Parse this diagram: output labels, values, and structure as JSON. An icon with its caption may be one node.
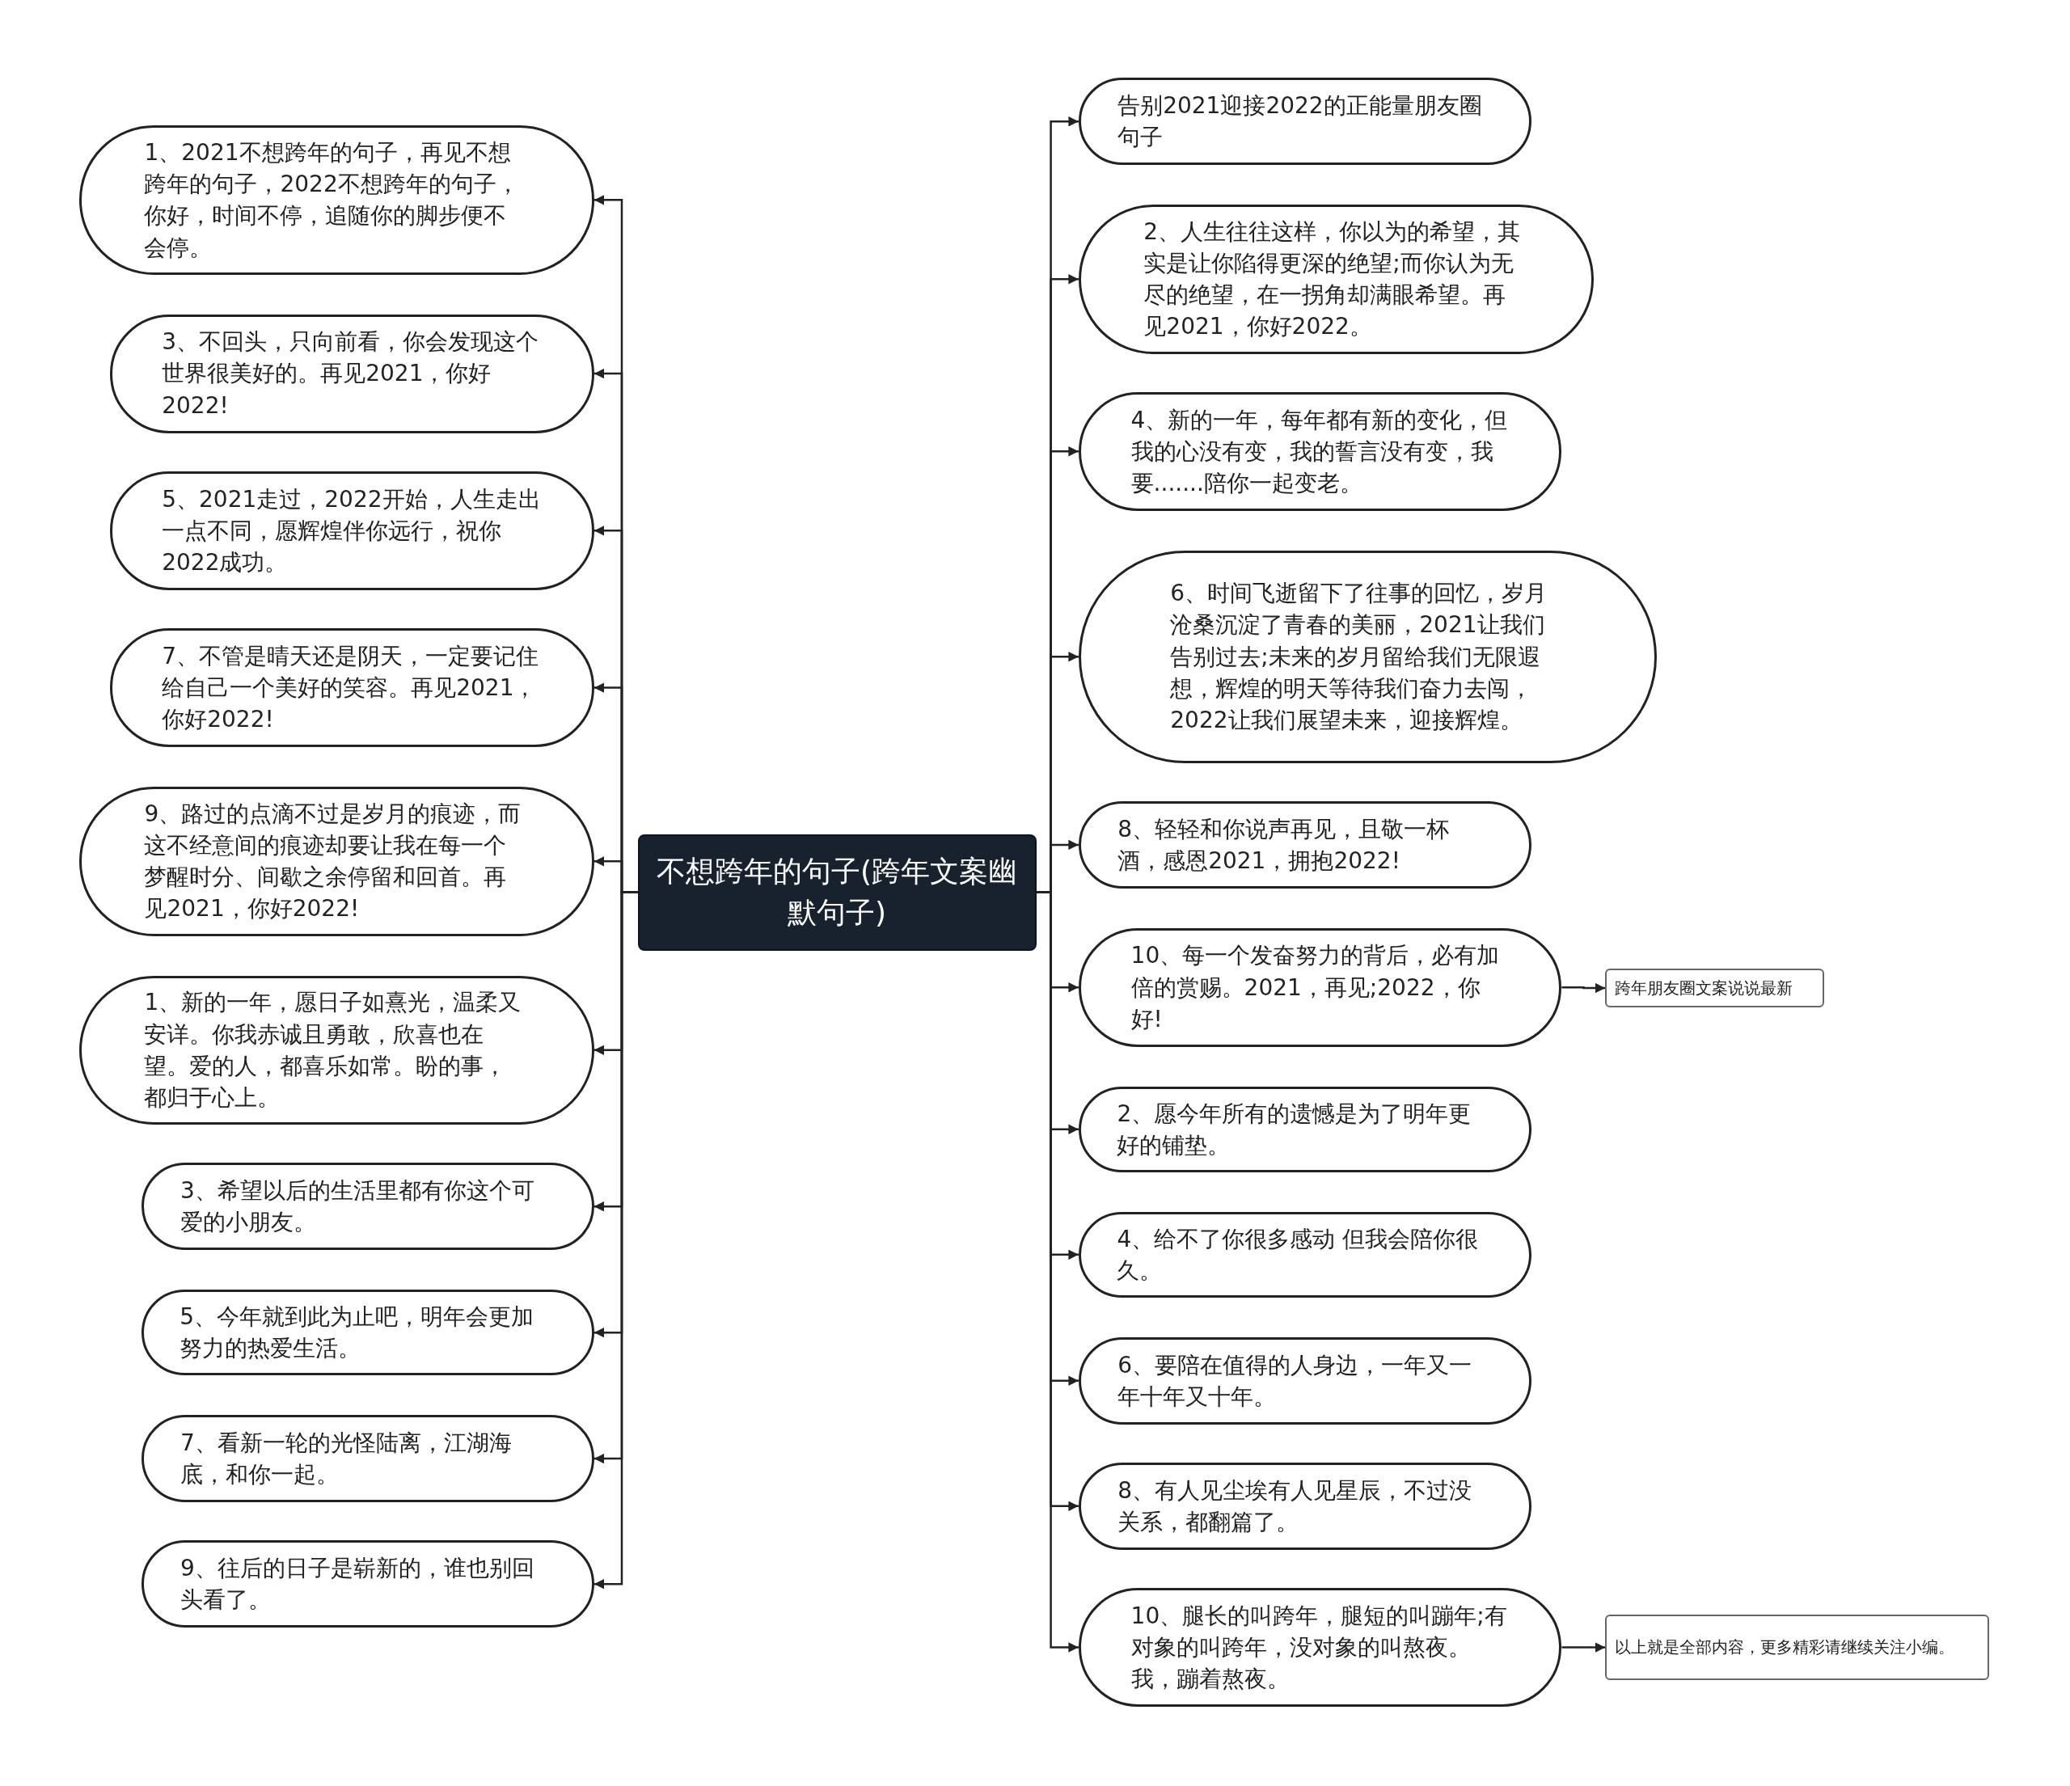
{
  "diagram": {
    "nodes": [
      {
        "text": [
          "不想跨年的句子(跨年文案幽默句子)"
        ]
      },
      {
        "text": [
          "1、2021不想跨年的句子，再见不想跨年的句子，2022不想跨年的句子，你好，时间不停，追随你的脚步便不会停。"
        ]
      },
      {
        "text": [
          "3、不回头，只向前看，你会发现这个世界很美好的。再见2021，你好2022!"
        ]
      },
      {
        "text": [
          "5、2021走过，2022开始，人生走出一点不同，愿辉煌伴你远行，祝你2022成功。"
        ]
      },
      {
        "text": [
          "7、不管是晴天还是阴天，一定要记住给自己一个美好的笑容。再见2021，你好2022!"
        ]
      },
      {
        "text": [
          "9、路过的点滴不过是岁月的痕迹，而这不经意间的痕迹却要让我在每一个梦醒时分、间歇之余停留和回首。再见2021，你好2022!"
        ]
      },
      {
        "text": [
          "1、新的一年，愿日子如熹光，温柔又安详。你我赤诚且勇敢，欣喜也在望。爱的人，都喜乐如常。盼的事，都归于心上。"
        ]
      },
      {
        "text": [
          "3、希望以后的生活里都有你这个可爱的小朋友。"
        ]
      },
      {
        "text": [
          "5、今年就到此为止吧，明年会更加努力的热爱生活。"
        ]
      },
      {
        "text": [
          "7、看新一轮的光怪陆离，江湖海底，和你一起。"
        ]
      },
      {
        "text": [
          "9、往后的日子是崭新的，谁也别回头看了。"
        ]
      },
      {
        "text": [
          "告别2021迎接2022的正能量朋友圈句子"
        ]
      },
      {
        "text": [
          "2、人生往往这样，你以为的希望，其实是让你陷得更深的绝望;而你认为无尽的绝望，在一拐角却满眼希望。再见2021，你好2022。"
        ]
      },
      {
        "text": [
          "4、新的一年，每年都有新的变化，但我的心没有变，我的誓言没有变，我要.......陪你一起变老。"
        ]
      },
      {
        "text": [
          "6、时间飞逝留下了往事的回忆，岁月沧桑沉淀了青春的美丽，2021让我们告别过去;未来的岁月留给我们无限遐想，辉煌的明天等待我们奋力去闯，2022让我们展望未来，迎接辉煌。"
        ]
      },
      {
        "text": [
          "8、轻轻和你说声再见，且敬一杯酒，感恩2021，拥抱2022!"
        ]
      },
      {
        "text": [
          "10、每一个发奋努力的背后，必有加倍的赏赐。2021，再见;2022，你好!"
        ]
      },
      {
        "text": [
          "跨年朋友圈文案说说最新"
        ]
      },
      {
        "text": [
          "2、愿今年所有的遗憾是为了明年更好的铺垫。"
        ]
      },
      {
        "text": [
          "4、给不了你很多感动 但我会陪你很久。"
        ]
      },
      {
        "text": [
          "6、要陪在值得的人身边，一年又一年十年又十年。"
        ]
      },
      {
        "text": [
          "8、有人见尘埃有人见星辰，不过没关系，都翻篇了。"
        ]
      },
      {
        "text": [
          "10、腿长的叫跨年，腿短的叫蹦年;有对象的叫跨年，没对象的叫熬夜。我，蹦着熬夜。"
        ]
      },
      {
        "text": [
          "以上就是全部内容，更多精彩请继续关注小编。"
        ]
      }
    ],
    "edges": [
      {
        "from": 0,
        "to": 1,
        "arrow": "to"
      },
      {
        "from": 0,
        "to": 2,
        "arrow": "to"
      },
      {
        "from": 0,
        "to": 3,
        "arrow": "to"
      },
      {
        "from": 0,
        "to": 4,
        "arrow": "to"
      },
      {
        "from": 0,
        "to": 5,
        "arrow": "to"
      },
      {
        "from": 0,
        "to": 6,
        "arrow": "to"
      },
      {
        "from": 0,
        "to": 7,
        "arrow": "to"
      },
      {
        "from": 0,
        "to": 8,
        "arrow": "to"
      },
      {
        "from": 0,
        "to": 9,
        "arrow": "to"
      },
      {
        "from": 0,
        "to": 10,
        "arrow": "to"
      },
      {
        "from": 0,
        "to": 11,
        "arrow": "to"
      },
      {
        "from": 0,
        "to": 12,
        "arrow": "to"
      },
      {
        "from": 0,
        "to": 13,
        "arrow": "to"
      },
      {
        "from": 0,
        "to": 14,
        "arrow": "to"
      },
      {
        "from": 0,
        "to": 15,
        "arrow": "to"
      },
      {
        "from": 0,
        "to": 16,
        "arrow": "to"
      },
      {
        "from": 16,
        "to": 17,
        "arrow": "to"
      },
      {
        "from": 0,
        "to": 18,
        "arrow": "to"
      },
      {
        "from": 0,
        "to": 19,
        "arrow": "to"
      },
      {
        "from": 0,
        "to": 20,
        "arrow": "to"
      },
      {
        "from": 0,
        "to": 21,
        "arrow": "to"
      },
      {
        "from": 0,
        "to": 22,
        "arrow": "to"
      },
      {
        "from": 22,
        "to": 23,
        "arrow": "to"
      }
    ]
  }
}
